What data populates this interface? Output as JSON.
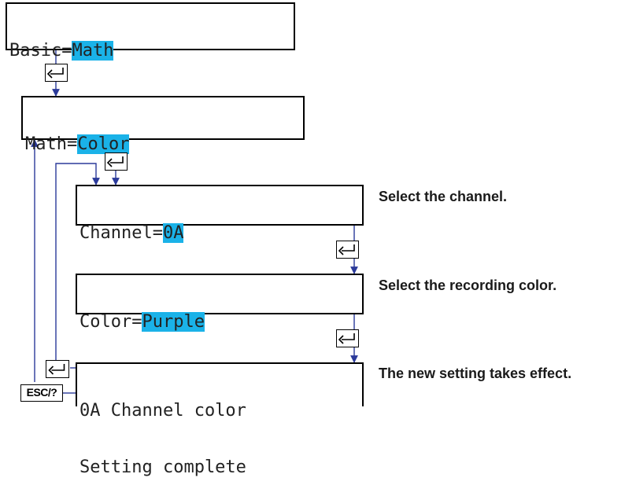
{
  "screens": {
    "basic": {
      "prefix": "Basic=",
      "value": "Math"
    },
    "math": {
      "prefix": "Math=",
      "value": "Color"
    },
    "channel": {
      "prefix": "Channel=",
      "value": "0A"
    },
    "color": {
      "prefix": "Color=",
      "value": "Purple"
    },
    "complete": {
      "line1": "0A Channel color",
      "line2": "Setting complete"
    }
  },
  "notes": {
    "channel": "Select the channel.",
    "color": "Select the recording color.",
    "complete": "The new setting takes effect."
  },
  "keys": {
    "esc": "ESC/?",
    "enter_icon": "enter-key-icon"
  },
  "colors": {
    "highlight": "#1ab2e8",
    "arrow": "#2b3a9a"
  }
}
